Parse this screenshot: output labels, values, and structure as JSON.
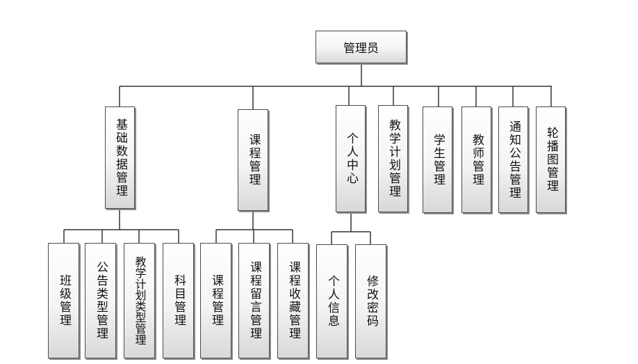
{
  "root": {
    "label": "管理员"
  },
  "level1": [
    {
      "label": "基础数据管理"
    },
    {
      "label": "课程管理"
    },
    {
      "label": "个人中心"
    },
    {
      "label": "教学计划管理"
    },
    {
      "label": "学生管理"
    },
    {
      "label": "教师管理"
    },
    {
      "label": "通知公告管理"
    },
    {
      "label": "轮播图管理"
    }
  ],
  "level2": [
    {
      "label": "班级管理"
    },
    {
      "label": "公告类型管理"
    },
    {
      "label": "教学计划类型管理"
    },
    {
      "label": "科目管理"
    },
    {
      "label": "课程管理"
    },
    {
      "label": "课程留言管理"
    },
    {
      "label": "课程收藏管理"
    },
    {
      "label": "个人信息"
    },
    {
      "label": "修改密码"
    }
  ]
}
